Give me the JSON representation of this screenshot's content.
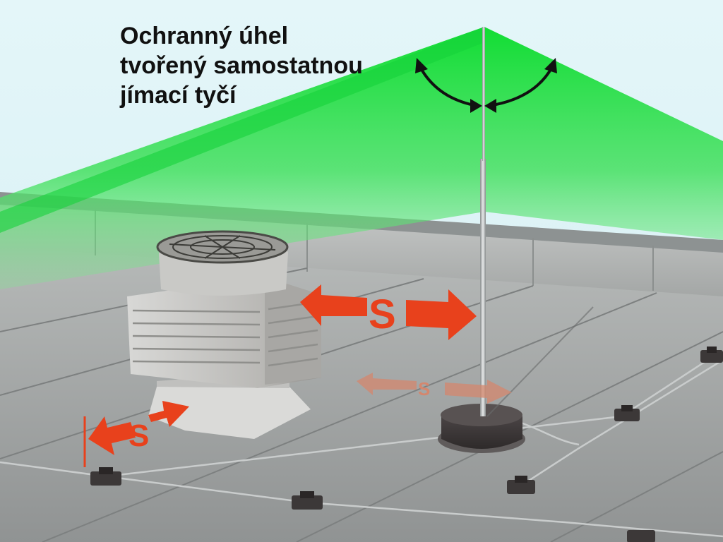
{
  "caption": {
    "line1": "Ochranný úhel",
    "line2": "tvořený samostatnou",
    "line3": "jímací tyčí"
  },
  "labels": {
    "distance_symbol": "S"
  },
  "icons": {
    "protection_cone": "green-protection-zone",
    "angle_arrows": "curved-double-arrows",
    "distance_arrows": "orange-double-arrows"
  },
  "colors": {
    "sky": "#e6f7fa",
    "protection_zone": "#22dd44",
    "distance_arrow": "#e8411c",
    "roof": "#a7aaa9",
    "rod": "#b8bcbd",
    "base": "#3a3435"
  }
}
